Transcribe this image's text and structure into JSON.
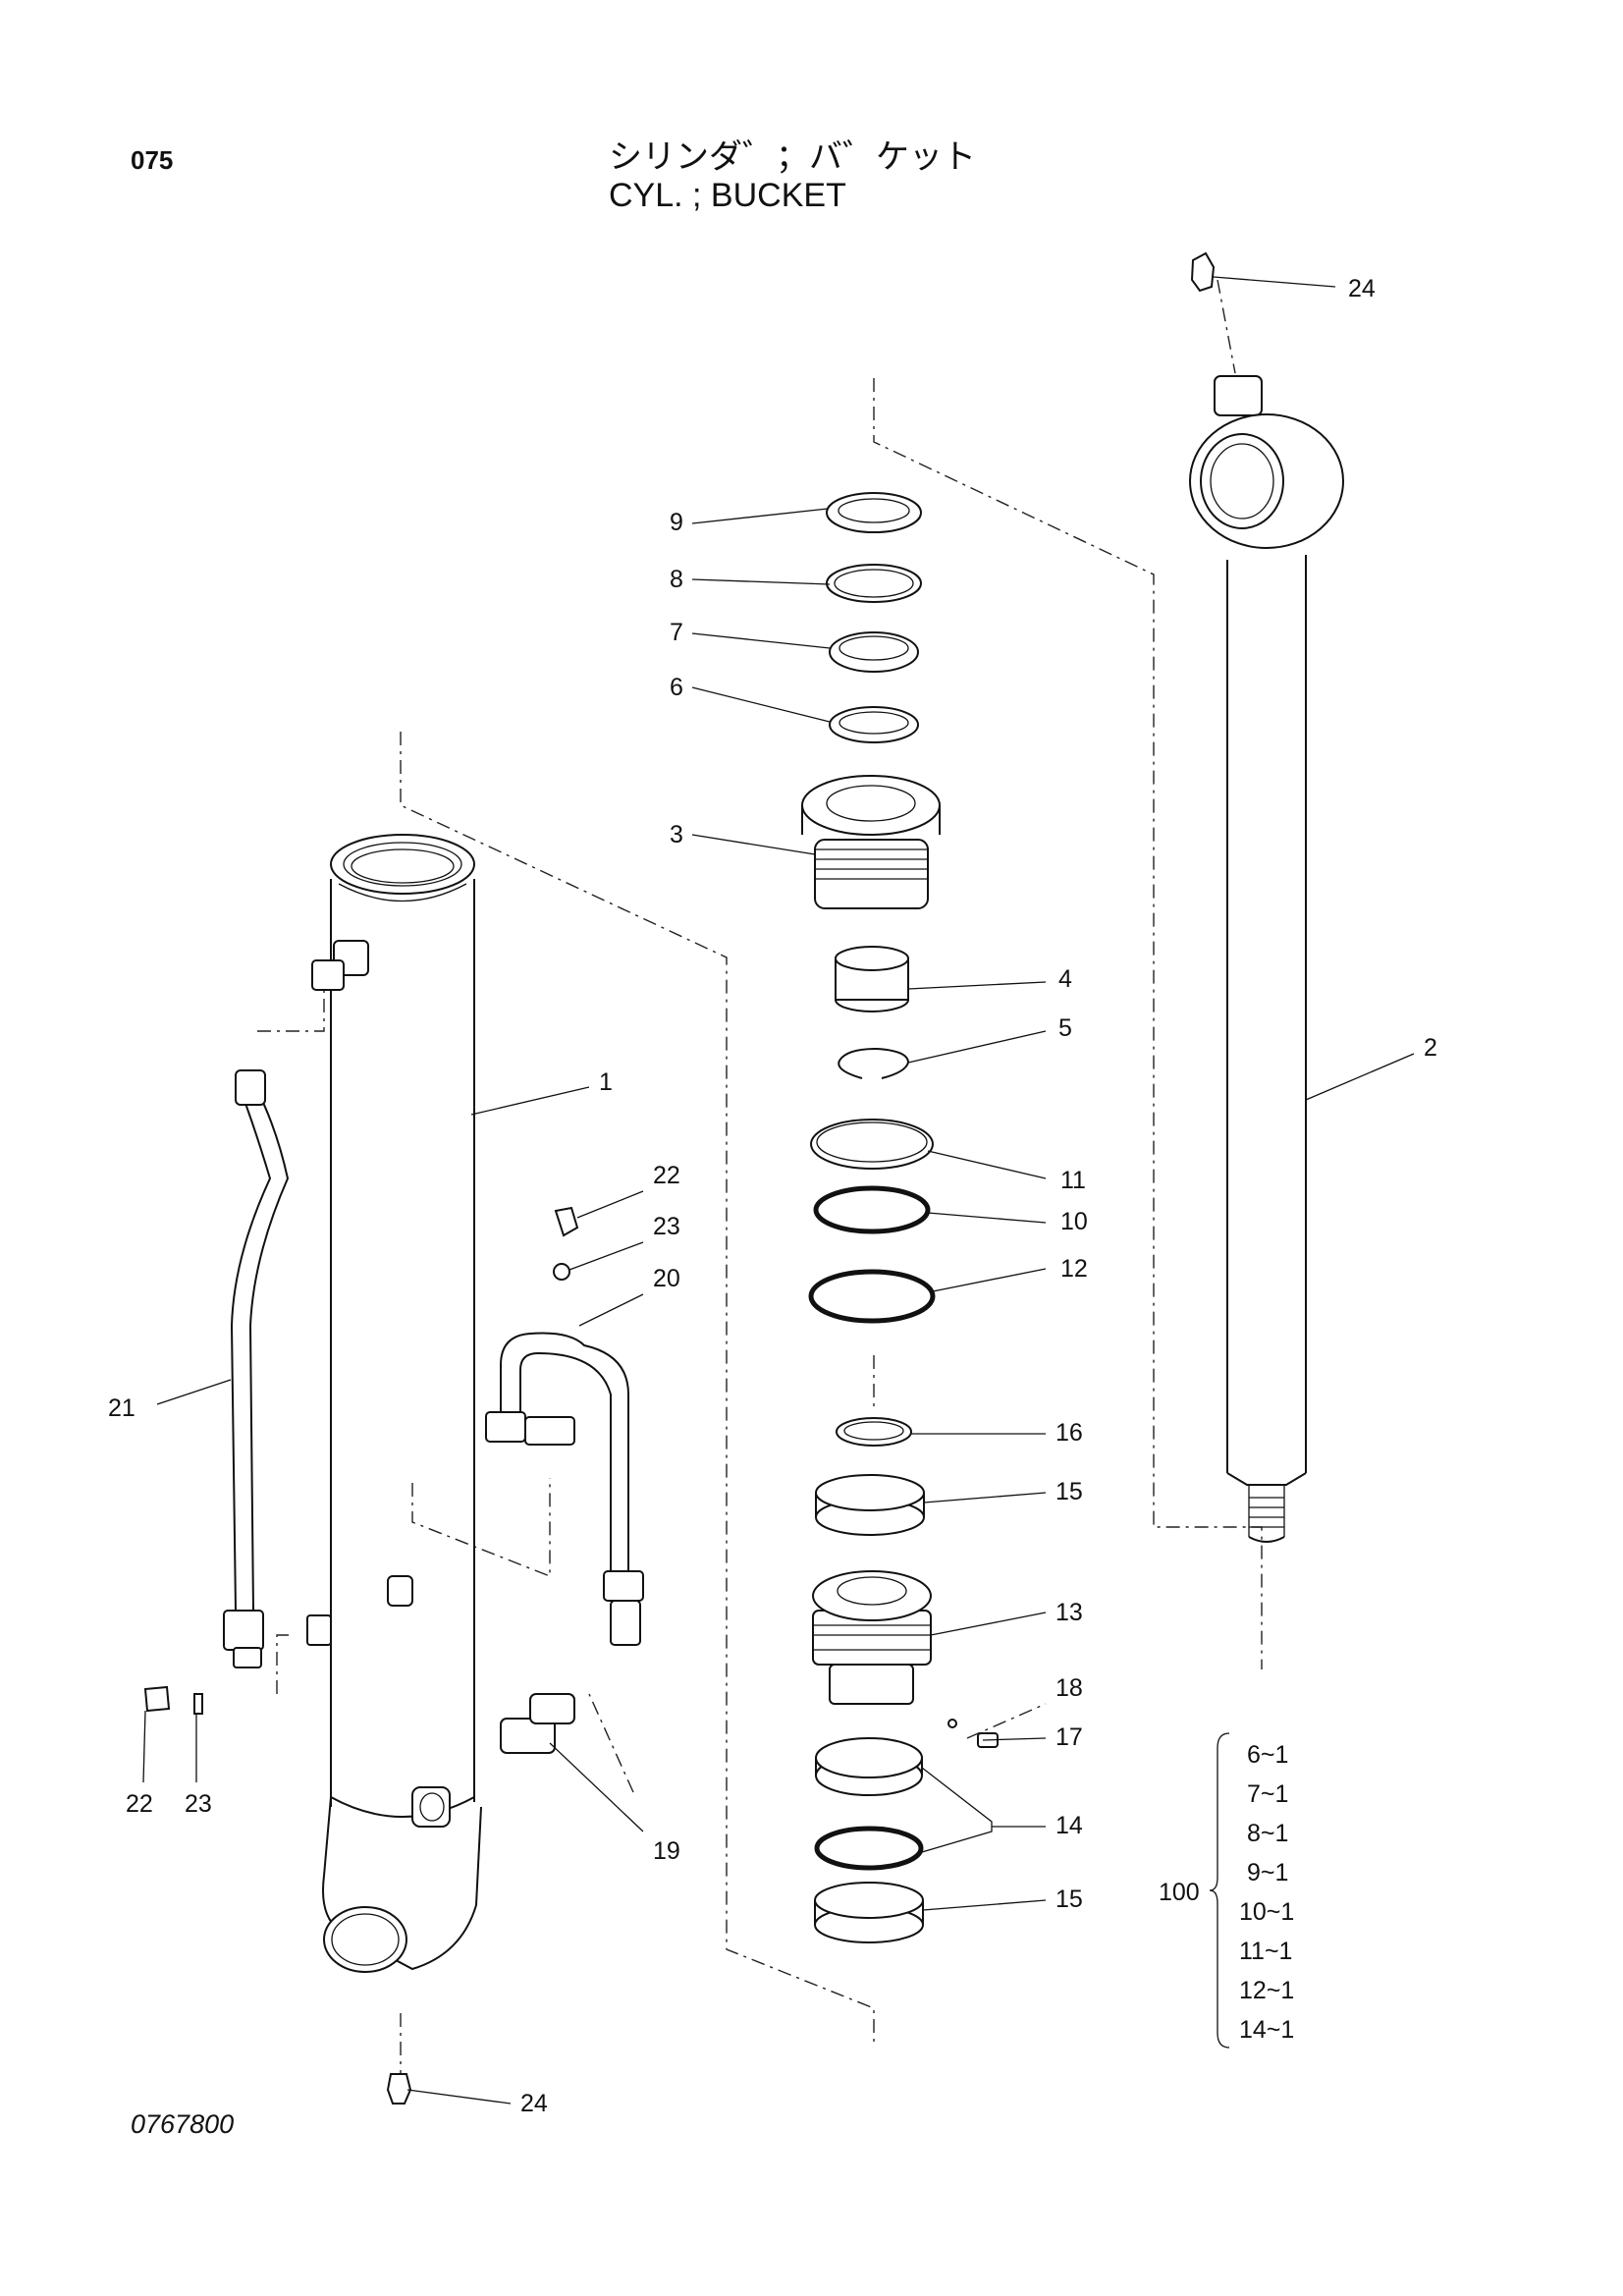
{
  "header": {
    "page_number": "075",
    "title_jp": "シリンダ゛；バ゛ケット",
    "title_en": "CYL. ; BUCKET"
  },
  "footer": {
    "drawing_number": "0767800"
  },
  "callouts": {
    "c1": "1",
    "c2": "2",
    "c3": "3",
    "c4": "4",
    "c5": "5",
    "c6": "6",
    "c7": "7",
    "c8": "8",
    "c9": "9",
    "c10": "10",
    "c11": "11",
    "c12": "12",
    "c13": "13",
    "c14": "14",
    "c15a": "15",
    "c15b": "15",
    "c16": "16",
    "c17": "17",
    "c18": "18",
    "c19": "19",
    "c20": "20",
    "c21": "21",
    "c22a": "22",
    "c22b": "22",
    "c23a": "23",
    "c23b": "23",
    "c24a": "24",
    "c24b": "24"
  },
  "kit": {
    "label": "100",
    "items": [
      "6~1",
      "7~1",
      "8~1",
      "9~1",
      "10~1",
      "11~1",
      "12~1",
      "14~1"
    ]
  }
}
